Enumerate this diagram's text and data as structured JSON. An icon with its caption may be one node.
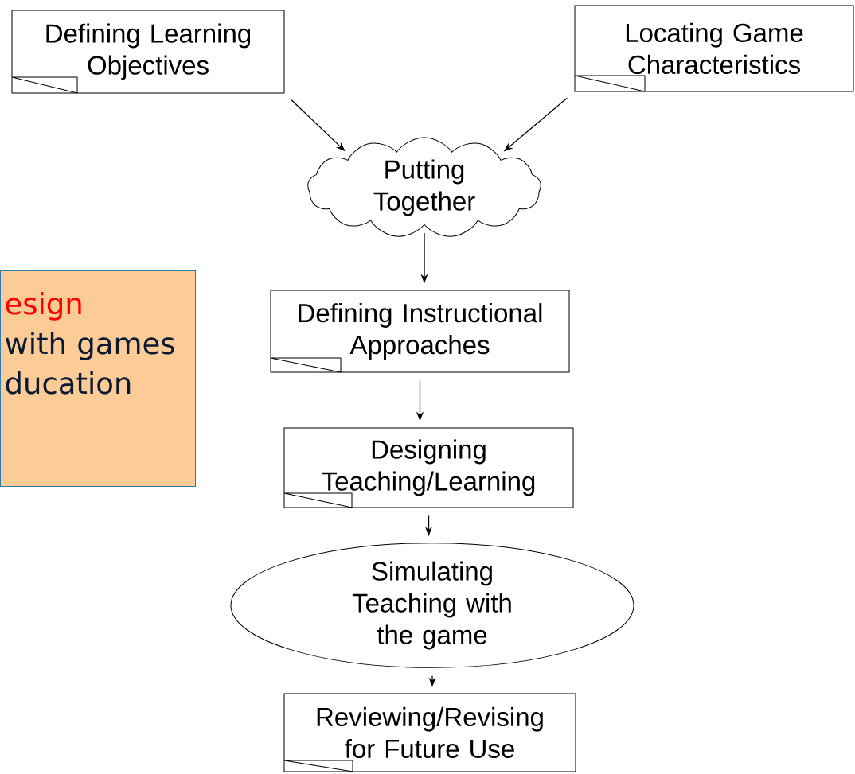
{
  "diagram": {
    "nodes": [
      {
        "text": [
          "Defining Learning Objectives"
        ]
      },
      {
        "text": [
          "Locating Game Characteristics"
        ]
      },
      {
        "text": [
          "Putting Together"
        ]
      },
      {
        "text": [
          "esign",
          "with games ducation"
        ]
      },
      {
        "text": [
          "Defining Instructional Approaches"
        ]
      },
      {
        "text": [
          "Designing Teaching/Learning"
        ]
      },
      {
        "text": [
          "Simulating Teaching with the game"
        ]
      },
      {
        "text": [
          "Reviewing/Revising for Future Use"
        ]
      }
    ],
    "edges": [
      {
        "from": 0,
        "to": 2,
        "arrow": "to"
      },
      {
        "from": 1,
        "to": 2,
        "arrow": "to"
      },
      {
        "from": 2,
        "to": 4,
        "arrow": "to"
      },
      {
        "from": 4,
        "to": 5,
        "arrow": "to"
      },
      {
        "from": 5,
        "to": 6,
        "arrow": "to"
      },
      {
        "from": 6,
        "to": 7,
        "arrow": "to"
      }
    ]
  }
}
